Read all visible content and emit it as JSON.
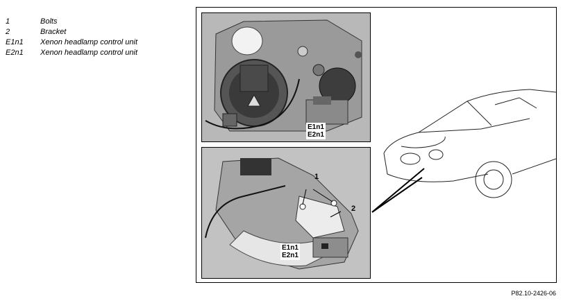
{
  "legend": [
    {
      "code": "1",
      "label": "Bolts"
    },
    {
      "code": "2",
      "label": "Bracket"
    },
    {
      "code": "E1n1",
      "label": "Xenon headlamp control unit"
    },
    {
      "code": "E2n1",
      "label": "Xenon headlamp control unit"
    }
  ],
  "figure": {
    "top_callout": {
      "line1": "E1n1",
      "line2": "E2n1"
    },
    "bottom_callout": {
      "line1": "E1n1",
      "line2": "E2n1"
    },
    "label_bolts": "1",
    "label_bracket": "2",
    "reference": "P82.10-2426-06"
  }
}
